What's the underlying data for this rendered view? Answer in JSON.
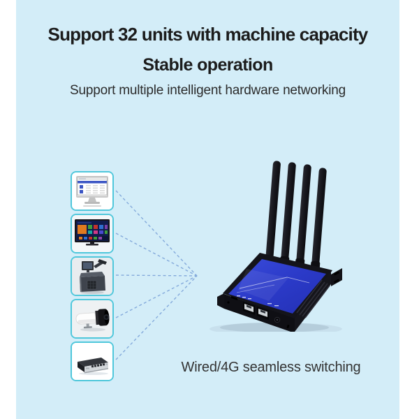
{
  "header": {
    "title_line1": "Support 32 units with machine capacity",
    "title_line2": "Stable operation",
    "subtitle": "Support multiple intelligent hardware networking"
  },
  "caption": {
    "text": "Wired/4G seamless switching"
  },
  "colors": {
    "page_background": "#ffffff",
    "panel_background": "#d3edf8",
    "title_text": "#1c1c1c",
    "caption_text": "#333333",
    "device_box_border": "#4fc7db",
    "connector_dash": "#84aadb",
    "router_top_blue": "#2e3ecf",
    "router_body_black": "#15151a"
  },
  "devices": [
    {
      "icon": "desktop-computer-icon"
    },
    {
      "icon": "smart-tv-icon"
    },
    {
      "icon": "pos-terminal-icon"
    },
    {
      "icon": "cctv-camera-icon"
    },
    {
      "icon": "network-switch-icon"
    }
  ],
  "router": {
    "icon": "4g-router-icon",
    "antenna_count": 4,
    "ethernet_port_count": 2
  }
}
